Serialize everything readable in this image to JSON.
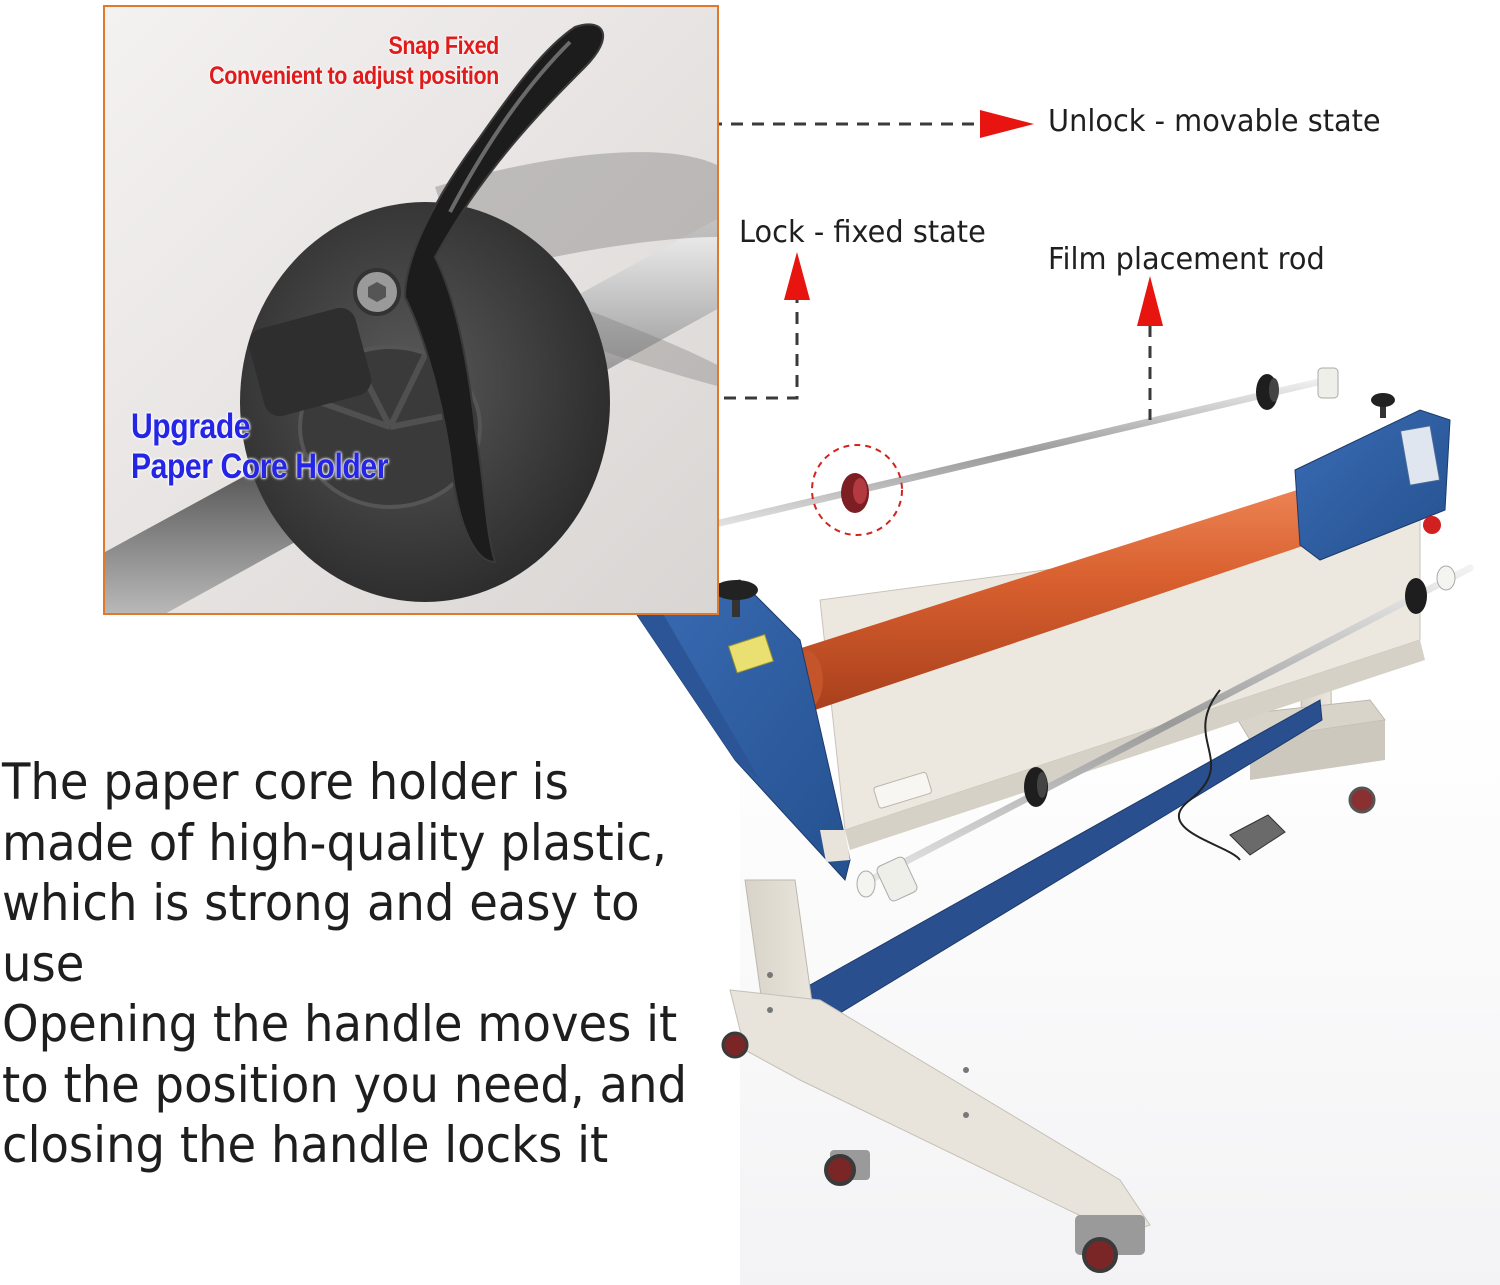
{
  "inset": {
    "caption_line1": "Snap Fixed",
    "caption_line2": "Convenient to adjust position",
    "badge_line1": "Upgrade",
    "badge_line2": "Paper Core Holder"
  },
  "callouts": {
    "unlock": "Unlock - movable state",
    "lock": "Lock - fixed state",
    "rod": "Film placement rod"
  },
  "description": {
    "paragraph1": "The paper core holder is made of high-quality plastic, which is strong and easy to use",
    "paragraph2": "Opening the handle moves it to the position you need, and closing the handle locks it"
  },
  "colors": {
    "inset_border": "#e07a2a",
    "caption_red": "#e01b1b",
    "badge_blue": "#2525e6",
    "arrow_red": "#e8140f",
    "roller_orange": "#d9602f",
    "frame_blue": "#2f5fa8"
  }
}
